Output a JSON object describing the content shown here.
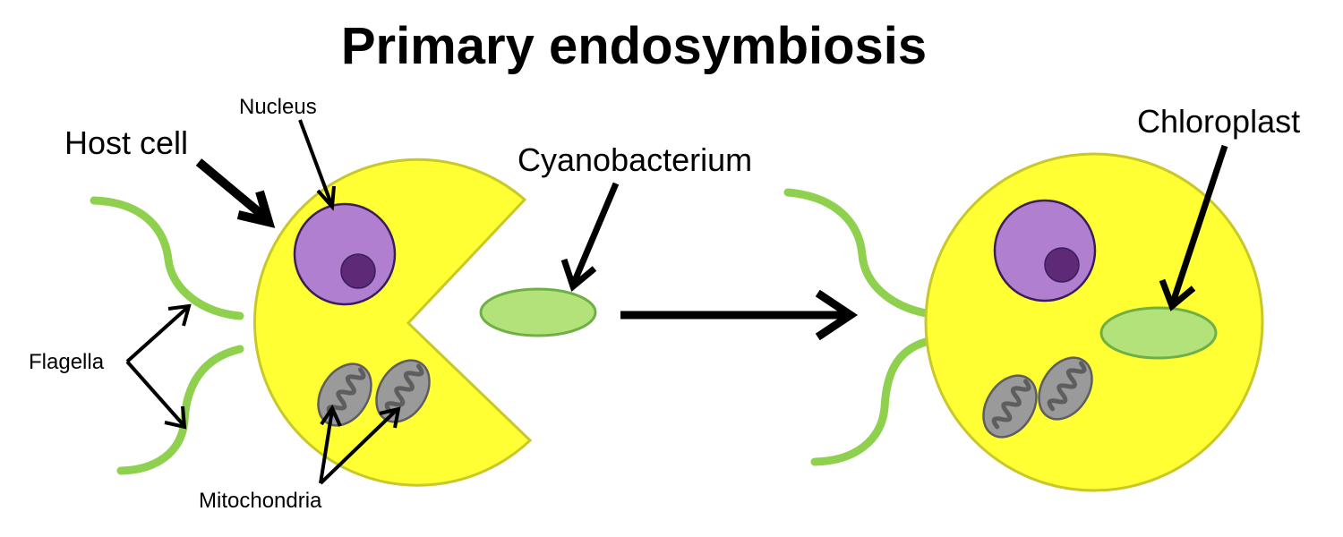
{
  "diagram": {
    "title": "Primary endosymbiosis",
    "labels": {
      "host_cell": "Host cell",
      "nucleus": "Nucleus",
      "cyanobacterium": "Cyanobacterium",
      "chloroplast": "Chloroplast",
      "flagella": "Flagella",
      "mitochondria": "Mitochondria"
    },
    "colors": {
      "cell_fill": "#ffff33",
      "cell_stroke": "#c8c82a",
      "nucleus_fill": "#b07fd0",
      "nucleus_stroke": "#3a1d5a",
      "nucleolus_fill": "#5e2a78",
      "flagellum": "#8fd14f",
      "cyanobacterium_fill": "#b4e27a",
      "cyanobacterium_stroke": "#6fb044",
      "mitochondrion_fill": "#9a9a9a",
      "mitochondrion_stroke": "#5e5e5e",
      "arrow": "#000000"
    }
  }
}
